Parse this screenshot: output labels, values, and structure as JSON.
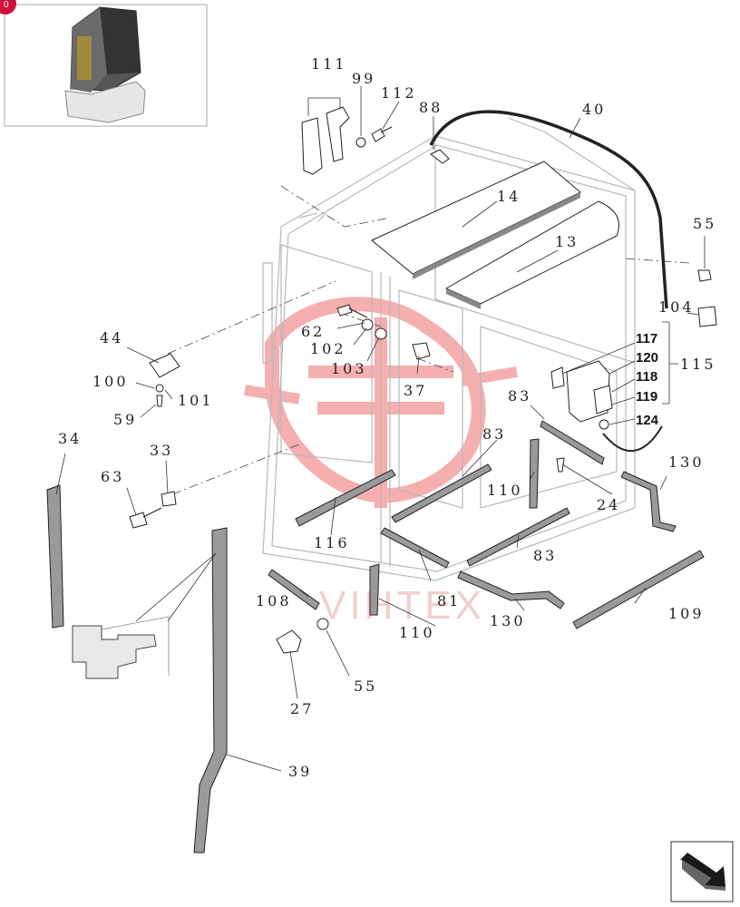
{
  "badge": {
    "text": "0",
    "color": "#d0103a"
  },
  "watermark": {
    "text": "VIHTEX",
    "color": "#f0a0a0"
  },
  "part_labels": {
    "p111": "111",
    "p99": "99",
    "p112": "112",
    "p88": "88",
    "p40": "40",
    "p14": "14",
    "p13": "13",
    "p55a": "55",
    "p104": "104",
    "p44": "44",
    "p62": "62",
    "p102": "102",
    "p103": "103",
    "p37": "37",
    "p100": "100",
    "p101": "101",
    "p59": "59",
    "p117": "117",
    "p120": "120",
    "p118": "118",
    "p119": "119",
    "p124": "124",
    "p115": "115",
    "p83a": "83",
    "p83b": "83",
    "p83c": "83",
    "p34": "34",
    "p33": "33",
    "p63": "63",
    "p110a": "110",
    "p110b": "110",
    "p116": "116",
    "p24": "24",
    "p130a": "130",
    "p130b": "130",
    "p108": "108",
    "p81": "81",
    "p109": "109",
    "p55b": "55",
    "p27": "27",
    "p39": "39"
  },
  "icons": {
    "thumbnail": "cab-thumbnail-icon",
    "nav": "next-page-arrow-icon",
    "seal": "seal-profile-icon"
  }
}
